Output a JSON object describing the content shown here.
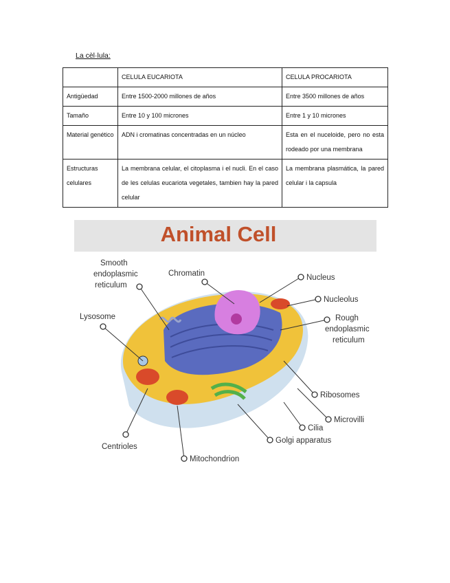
{
  "heading": "La cèl·lula:",
  "table": {
    "header": [
      "",
      "CELULA EUCARIOTA",
      "CELULA PROCARIOTA"
    ],
    "rows": [
      [
        "Antigüedad",
        "Entre 1500-2000 millones de años",
        "Entre 3500 millones de años"
      ],
      [
        "Tamaño",
        "Entre 10 y 100 micrones",
        "Entre 1 y 10 micrones"
      ],
      [
        "Material genético",
        "ADN i cromatinas concentradas en un núcleo",
        "Esta en el nuceloide, pero no esta rodeado por una membrana"
      ],
      [
        "Estructuras celulares",
        "La membrana celular, el citoplasma i el nucli. En el caso de les celulas eucariota vegetales, tambien hay la pared celular",
        "La membrana plasmática, la pared celular i la capsula"
      ]
    ]
  },
  "figure": {
    "title": "Animal Cell",
    "labels": {
      "smooth_er": [
        "Smooth",
        "endoplasmic",
        "reticulum"
      ],
      "chromatin": "Chromatin",
      "nucleus": "Nucleus",
      "nucleolus": "Nucleolus",
      "rough_er": [
        "Rough",
        "endoplasmic",
        "reticulum"
      ],
      "lysosome": "Lysosome",
      "ribosomes": "Ribosomes",
      "microvilli": "Microvilli",
      "cilia": "Cilia",
      "golgi": "Golgi apparatus",
      "centrioles": "Centrioles",
      "mitochondrion": "Mitochondrion"
    },
    "colors": {
      "title": "#c0502a",
      "title_band": "#e4e4e4",
      "cytoplasm": "#f0c23a",
      "membrane": "#cfe0ee",
      "rough_er": "#5a6bbf",
      "nucleus": "#d77fe0",
      "nucleolus": "#b13aa0",
      "mitochondria": "#d94a2a",
      "golgi": "#53b04a",
      "leader": "#333333"
    }
  }
}
